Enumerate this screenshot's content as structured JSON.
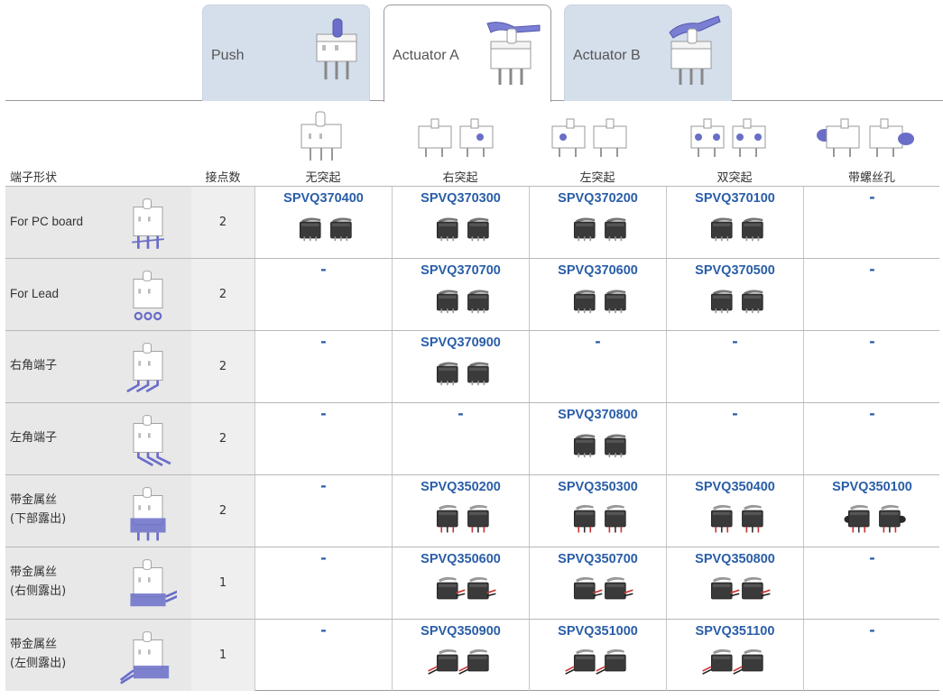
{
  "tabs": [
    {
      "label": "Push",
      "active": false,
      "icon": "push-switch-icon"
    },
    {
      "label": "Actuator A",
      "active": true,
      "icon": "actuator-a-switch-icon"
    },
    {
      "label": "Actuator B",
      "active": false,
      "icon": "actuator-b-switch-icon"
    }
  ],
  "header": {
    "terminal_shape": "端子形状",
    "contacts": "接点数",
    "columns": [
      "无突起",
      "右突起",
      "左突起",
      "双突起",
      "带螺丝孔"
    ]
  },
  "rows": [
    {
      "label": [
        "For PC board"
      ],
      "count": "2",
      "cells": [
        "SPVQ370400",
        "SPVQ370300",
        "SPVQ370200",
        "SPVQ370100",
        "-"
      ],
      "icon": "pc-board-terminal-icon"
    },
    {
      "label": [
        "For Lead"
      ],
      "count": "2",
      "cells": [
        "-",
        "SPVQ370700",
        "SPVQ370600",
        "SPVQ370500",
        "-"
      ],
      "icon": "lead-terminal-icon"
    },
    {
      "label": [
        "右角端子"
      ],
      "count": "2",
      "cells": [
        "-",
        "SPVQ370900",
        "-",
        "-",
        "-"
      ],
      "icon": "right-angle-terminal-icon"
    },
    {
      "label": [
        "左角端子"
      ],
      "count": "2",
      "cells": [
        "-",
        "-",
        "SPVQ370800",
        "-",
        "-"
      ],
      "icon": "left-angle-terminal-icon"
    },
    {
      "label": [
        "带金属丝",
        "(下部露出)"
      ],
      "count": "2",
      "cells": [
        "-",
        "SPVQ350200",
        "SPVQ350300",
        "SPVQ350400",
        "SPVQ350100"
      ],
      "icon": "wire-bottom-terminal-icon"
    },
    {
      "label": [
        "带金属丝",
        "(右侧露出)"
      ],
      "count": "1",
      "cells": [
        "-",
        "SPVQ350600",
        "SPVQ350700",
        "SPVQ350800",
        "-"
      ],
      "icon": "wire-right-terminal-icon"
    },
    {
      "label": [
        "带金属丝",
        "(左侧露出)"
      ],
      "count": "1",
      "cells": [
        "-",
        "SPVQ350900",
        "SPVQ351000",
        "SPVQ351100",
        "-"
      ],
      "icon": "wire-left-terminal-icon"
    }
  ],
  "colors": {
    "part_link": "#2a5ea8",
    "tab_inactive": "#d5dfec",
    "accent_purple": "#7b7fd4",
    "label_bg": "#e8e8e8"
  }
}
